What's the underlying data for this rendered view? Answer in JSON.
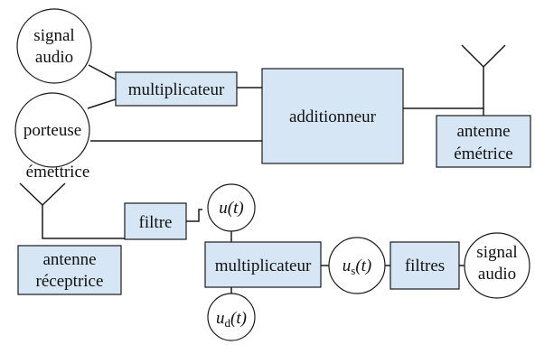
{
  "emitter": {
    "signal_audio": {
      "line1": "signal",
      "line2": "audio"
    },
    "multiplier": "multiplicateur",
    "adder": "additionneur",
    "carrier": {
      "line1": "porteuse",
      "line2": "émettrice"
    },
    "antenna": {
      "line1": "antenne",
      "line2": "émétrice"
    }
  },
  "receiver": {
    "antenna": {
      "line1": "antenne",
      "line2": "réceptrice"
    },
    "filter": "filtre",
    "u": {
      "base": "u",
      "arg": "(t)"
    },
    "multiplier": "multiplicateur",
    "ud": {
      "base": "u",
      "subscript": "d",
      "arg": "(t)"
    },
    "us": {
      "base": "u",
      "subscript": "s",
      "arg": "(t)"
    },
    "filters": "filtres",
    "signal_audio": {
      "line1": "signal",
      "line2": "audio"
    }
  }
}
